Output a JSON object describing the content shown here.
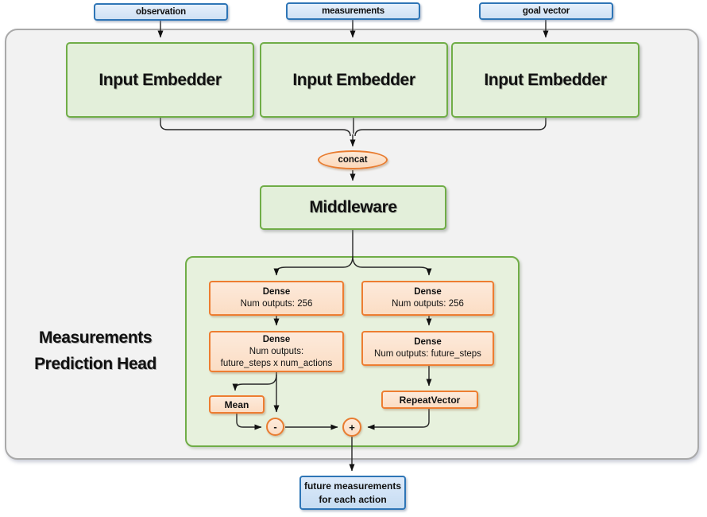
{
  "diagram": {
    "io_inputs": [
      {
        "label": "observation"
      },
      {
        "label": "measurements"
      },
      {
        "label": "goal vector"
      }
    ],
    "embedders": [
      {
        "label": "Input Embedder"
      },
      {
        "label": "Input Embedder"
      },
      {
        "label": "Input Embedder"
      }
    ],
    "concat": {
      "label": "concat"
    },
    "middleware": {
      "label": "Middleware"
    },
    "head": {
      "label_line1": "Measurements",
      "label_line2": "Prediction Head",
      "dense_left_1": {
        "title": "Dense",
        "line2": "Num outputs: 256"
      },
      "dense_right_1": {
        "title": "Dense",
        "line2": "Num outputs: 256"
      },
      "dense_left_2": {
        "title": "Dense",
        "line2": "Num outputs:",
        "line3": "future_steps x num_actions"
      },
      "dense_right_2": {
        "title": "Dense",
        "line2": "Num outputs: future_steps"
      },
      "mean": {
        "label": "Mean"
      },
      "repeat_vector": {
        "label": "RepeatVector"
      },
      "minus": {
        "label": "-"
      },
      "plus": {
        "label": "+"
      }
    },
    "output": {
      "line1": "future measurements",
      "line2": "for each action"
    },
    "colors": {
      "green_border": "#70ad47",
      "green_fill": "#e3efda",
      "orange_border": "#ed7d31",
      "orange_fill": "#fce5d4",
      "blue_border": "#2e75b6",
      "blue_fill": "#d9e8f8",
      "gray_border": "#a9a9a9",
      "gray_fill": "#f2f2f2",
      "line_color": "#262626"
    }
  }
}
